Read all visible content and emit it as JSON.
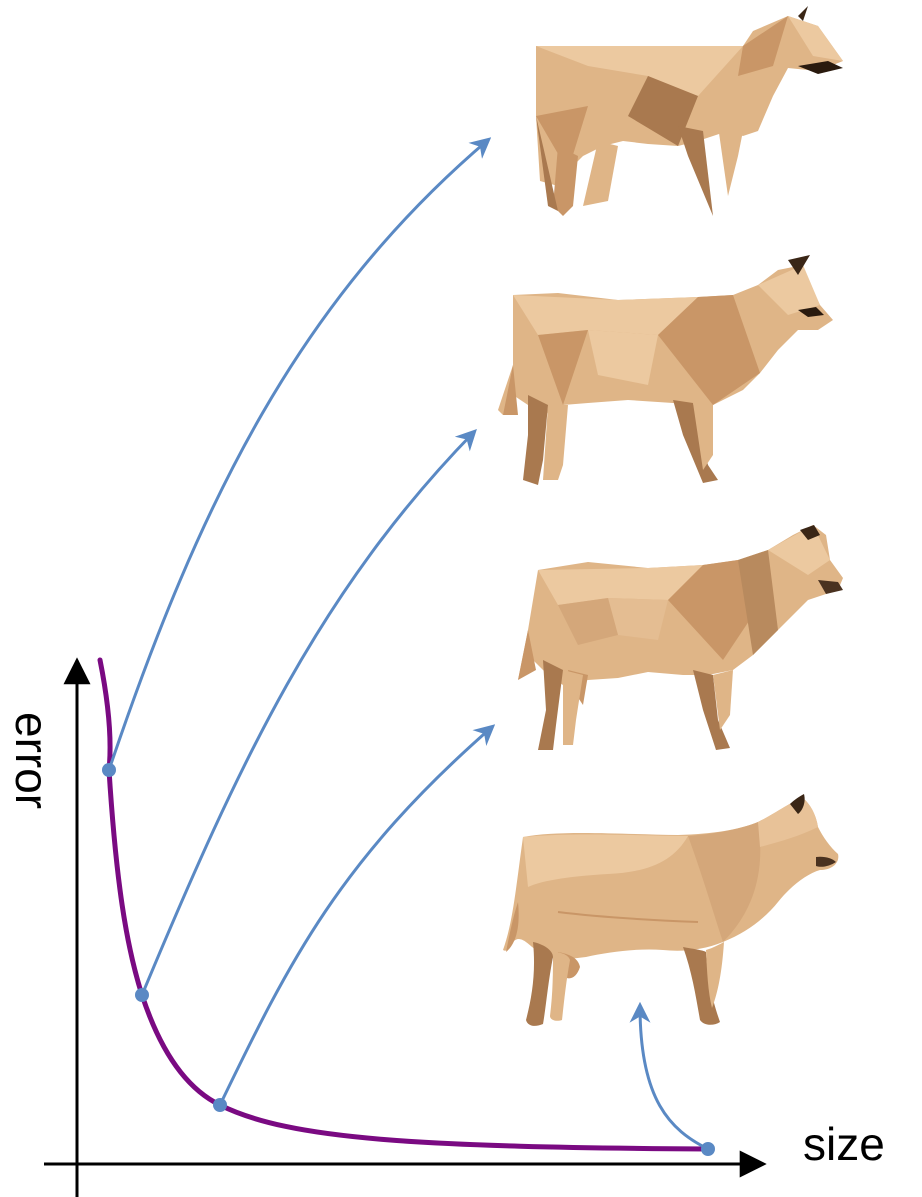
{
  "axes": {
    "x_label": "size",
    "y_label": "error"
  },
  "colors": {
    "curve": "#7a0a82",
    "arrow": "#5a89c4",
    "point": "#5a89c4",
    "axis": "#000000",
    "cow_base": "#dfb587",
    "cow_light": "#ecc9a0",
    "cow_dark": "#a9794f",
    "cow_shadow": "#5a3d24"
  },
  "meshes": [
    {
      "id": "coarsest",
      "detail": "very low-poly"
    },
    {
      "id": "coarse",
      "detail": "low-poly"
    },
    {
      "id": "medium",
      "detail": "medium-poly"
    },
    {
      "id": "fine",
      "detail": "high-poly"
    }
  ]
}
